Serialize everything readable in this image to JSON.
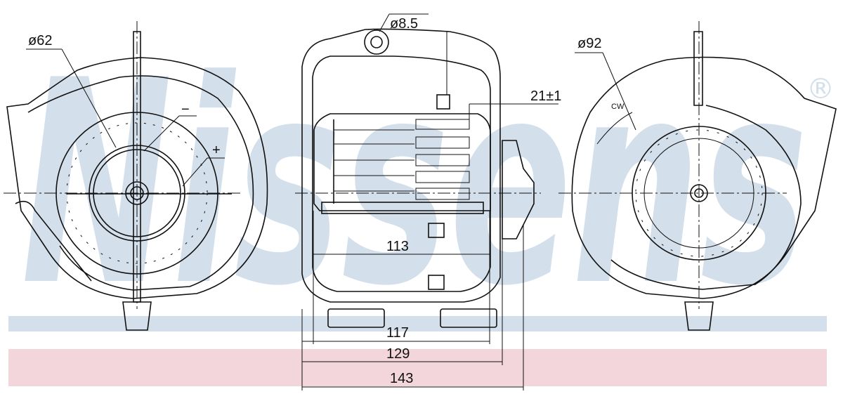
{
  "watermark": {
    "brand": "Nissens",
    "registered": "®",
    "color": "#d3dfea",
    "band_blue": "#d3dfea",
    "band_pink": "#f2d6dc"
  },
  "left_view": {
    "diameter_label": "ø62",
    "minus_label": "−",
    "plus_label": "+"
  },
  "middle_view": {
    "hole_label": "ø8.5",
    "offset_label": "21±1",
    "dims": [
      "113",
      "117",
      "129",
      "143"
    ]
  },
  "right_view": {
    "diameter_label": "ø92",
    "rotation_label": "CW"
  }
}
